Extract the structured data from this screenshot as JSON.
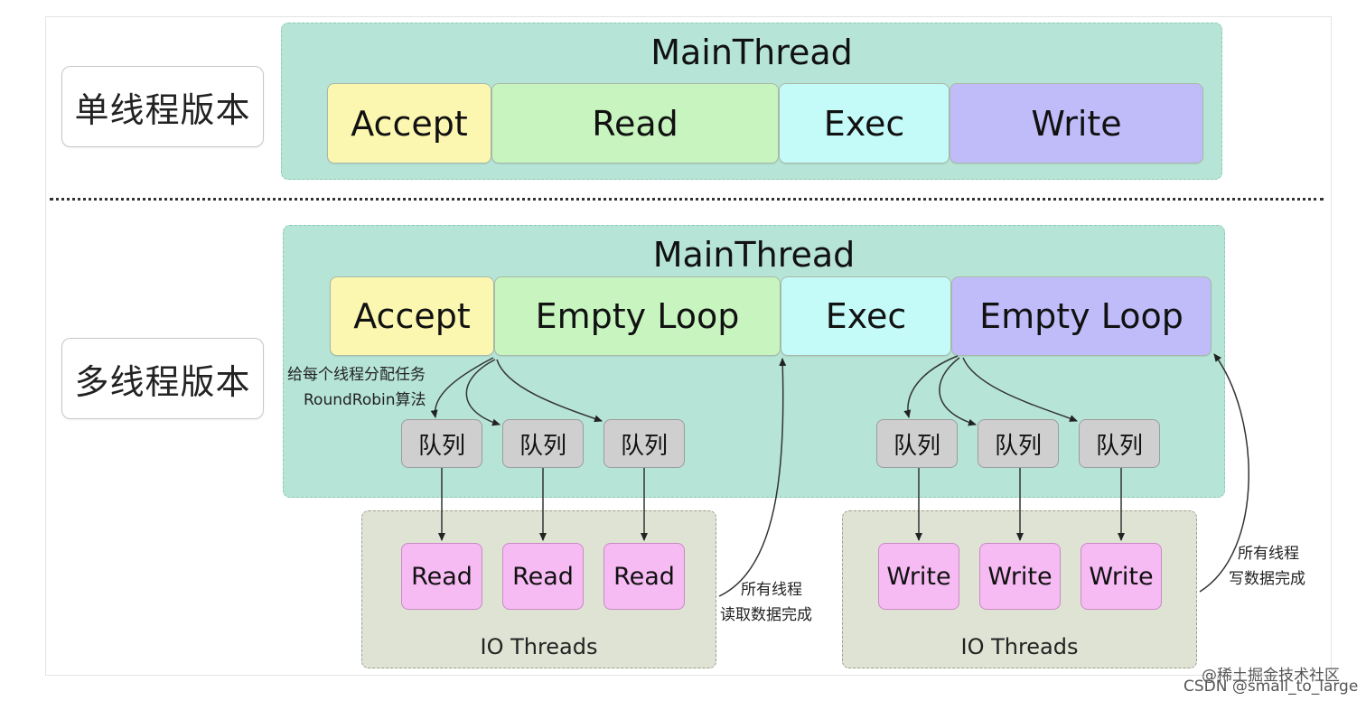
{
  "single": {
    "label": "单线程版本",
    "main_thread": "MainThread",
    "stages": {
      "accept": "Accept",
      "read": "Read",
      "exec": "Exec",
      "write": "Write"
    }
  },
  "multi": {
    "label": "多线程版本",
    "main_thread": "MainThread",
    "stages": {
      "accept": "Accept",
      "empty_loop_1": "Empty Loop",
      "exec": "Exec",
      "empty_loop_2": "Empty Loop"
    },
    "dispatch_note_1": "给每个线程分配任务",
    "dispatch_note_2": "RoundRobin算法",
    "queue_label": "队列",
    "read_workers": [
      "Read",
      "Read",
      "Read"
    ],
    "write_workers": [
      "Write",
      "Write",
      "Write"
    ],
    "io_threads_left": "IO Threads",
    "io_threads_right": "IO Threads",
    "read_done_1": "所有线程",
    "read_done_2": "读取数据完成",
    "write_done_1": "所有线程",
    "write_done_2": "写数据完成"
  },
  "watermark": {
    "line1": "@稀土掘金技术社区",
    "line2": "CSDN @small_to_large"
  },
  "colors": {
    "teal_panel": "#b6e4d6",
    "accept": "#fbf7b0",
    "read": "#c8f5bf",
    "exec": "#c4fbf9",
    "write": "#c0bcfa",
    "queue": "#cfcfcf",
    "worker": "#f6bbf3",
    "io_panel": "#dfe3d4"
  }
}
